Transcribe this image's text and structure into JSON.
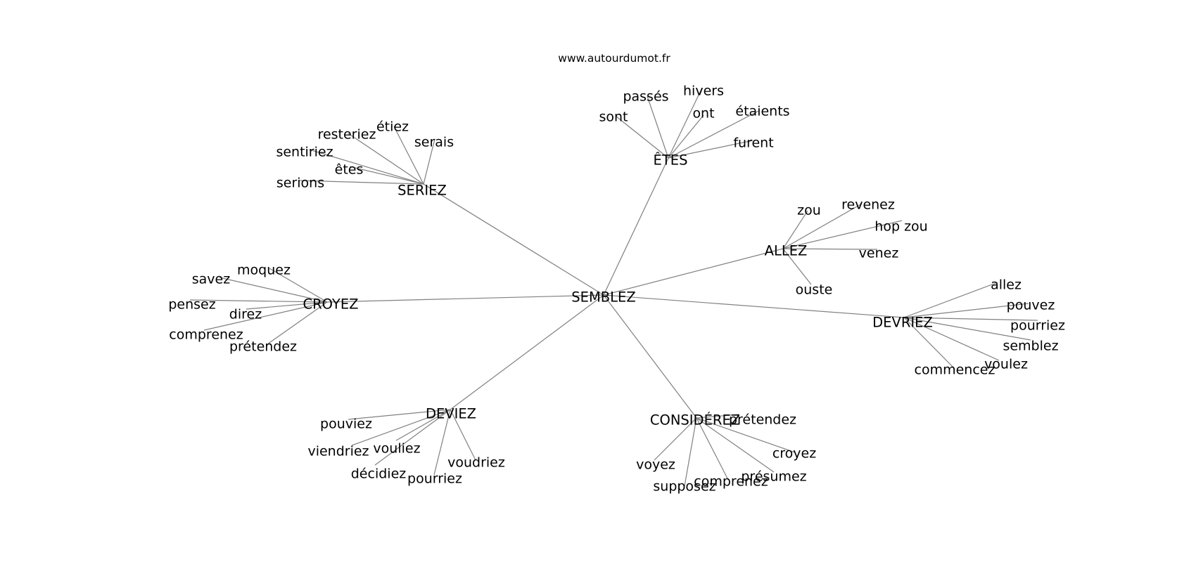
{
  "credit": "www.autourdumot.fr",
  "colors": {
    "edge": "#808080",
    "text": "#000000",
    "background": "#ffffff"
  },
  "graph": {
    "center": "SEMBLEZ",
    "clusters": [
      {
        "hub": "ÊTES",
        "words": [
          "sont",
          "passés",
          "hivers",
          "ont",
          "étaients",
          "furent"
        ]
      },
      {
        "hub": "SERIEZ",
        "words": [
          "resteriez",
          "étiez",
          "serais",
          "sentiriez",
          "êtes",
          "serions"
        ]
      },
      {
        "hub": "ALLEZ",
        "words": [
          "zou",
          "revenez",
          "hop zou",
          "venez",
          "ouste"
        ]
      },
      {
        "hub": "CROYEZ",
        "words": [
          "moquez",
          "savez",
          "pensez",
          "direz",
          "comprenez",
          "prétendez"
        ]
      },
      {
        "hub": "DEVRIEZ",
        "words": [
          "allez",
          "pouvez",
          "pourriez",
          "semblez",
          "voulez",
          "commencez"
        ]
      },
      {
        "hub": "DEVIEZ",
        "words": [
          "pouviez",
          "viendriez",
          "vouliez",
          "voudriez",
          "décidiez",
          "pourriez"
        ]
      },
      {
        "hub": "CONSIDÉREZ",
        "words": [
          "prétendez",
          "croyez",
          "présumez",
          "comprenez",
          "supposez",
          "voyez"
        ]
      }
    ]
  }
}
